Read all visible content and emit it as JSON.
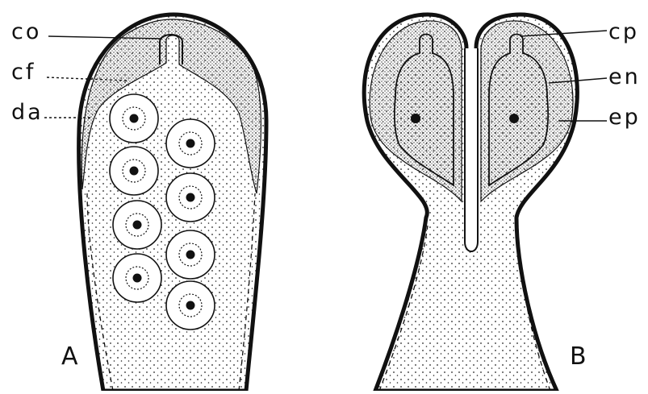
{
  "figure": {
    "labels_left": {
      "co": "co",
      "cf": "cf",
      "da": "da"
    },
    "labels_right": {
      "cp": "cp",
      "en": "en",
      "ep": "ep"
    },
    "panels": {
      "a": "A",
      "b": "B"
    },
    "cell_count": 8,
    "colors": {
      "ink": "#111111",
      "paper": "#ffffff"
    }
  }
}
